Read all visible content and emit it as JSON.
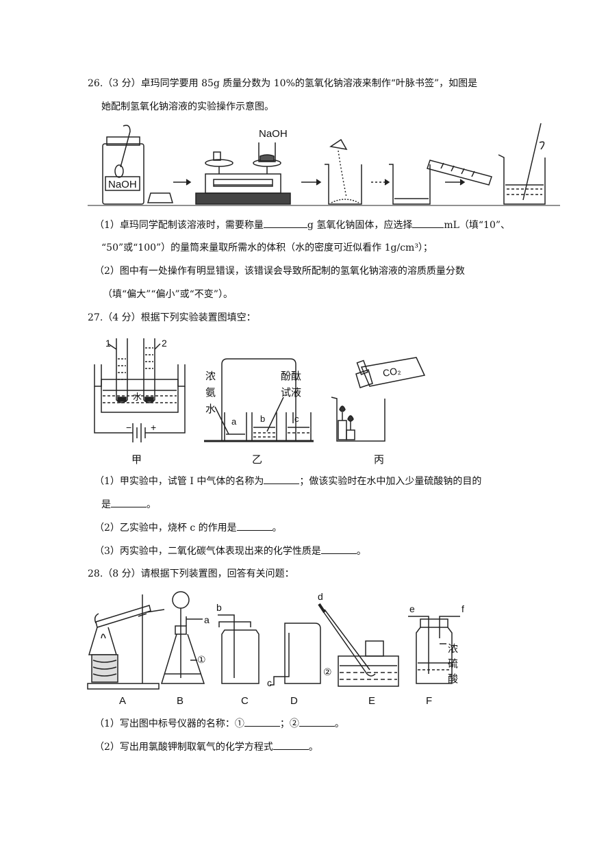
{
  "q26": {
    "stem_l1": "26.（3 分）卓玛同学要用 85g 质量分数为 10%的氢氧化钠溶液来制作“叶脉书签”，如图是",
    "stem_l2": "她配制氢氧化钠溶液的实验操作示意图。",
    "fig": {
      "bottle_label": "NaOH",
      "balance_label": "NaOH"
    },
    "p1_a": "（1）卓玛同学配制该溶液时，需要称量",
    "p1_b": "g 氢氧化钠固体，应选择",
    "p1_c": "mL（填“10”、",
    "p1_l2": "“50”或“100”）的量筒来量取所需水的体积（水的密度可近似看作 1g/cm³）；",
    "p2_l1": "（2）图中有一处操作有明显错误，该错误会导致所配制的氢氧化钠溶液的溶质质量分数",
    "p2_l2": "（填“偏大”“偏小”或“不变”）。"
  },
  "q27": {
    "stem": "27.（4 分）根据下列实验装置图填空：",
    "fig": {
      "tube1": "1",
      "tube2": "2",
      "water": "水",
      "minus": "−",
      "plus": "+",
      "ammonia": [
        "浓",
        "氨",
        "水"
      ],
      "phenol": [
        "酚酞",
        "试液"
      ],
      "beaker_a": "a",
      "beaker_b": "b",
      "beaker_c": "c",
      "co2": "CO₂",
      "cap_jia": "甲",
      "cap_yi": "乙",
      "cap_bing": "丙"
    },
    "p1_a": "（1）甲实验中，试管 I 中气体的名称为",
    "p1_b": "；做该实验时在水中加入少量硫酸钠的目的",
    "p1_c": "是",
    "p2_a": "（2）乙实验中，烧杯 c 的作用是",
    "p3_a": "（3）丙实验中，二氧化碳气体表现出来的化学性质是",
    "period": "。"
  },
  "q28": {
    "stem": "28.（8 分）请根据下列装置图，回答有关问题：",
    "fig": {
      "A": "A",
      "B": "B",
      "C": "C",
      "D": "D",
      "E": "E",
      "F": "F",
      "a": "a",
      "b": "b",
      "c": "c",
      "d": "d",
      "e": "e",
      "f": "f",
      "n1": "①",
      "n2": "②",
      "acid": [
        "浓",
        "硫",
        "酸"
      ]
    },
    "p1_a": "（1）写出图中标号仪器的名称：①",
    "p1_b": "；②",
    "p2_a": "（2）写出用氯酸钾制取氧气的化学方程式",
    "period": "。"
  }
}
